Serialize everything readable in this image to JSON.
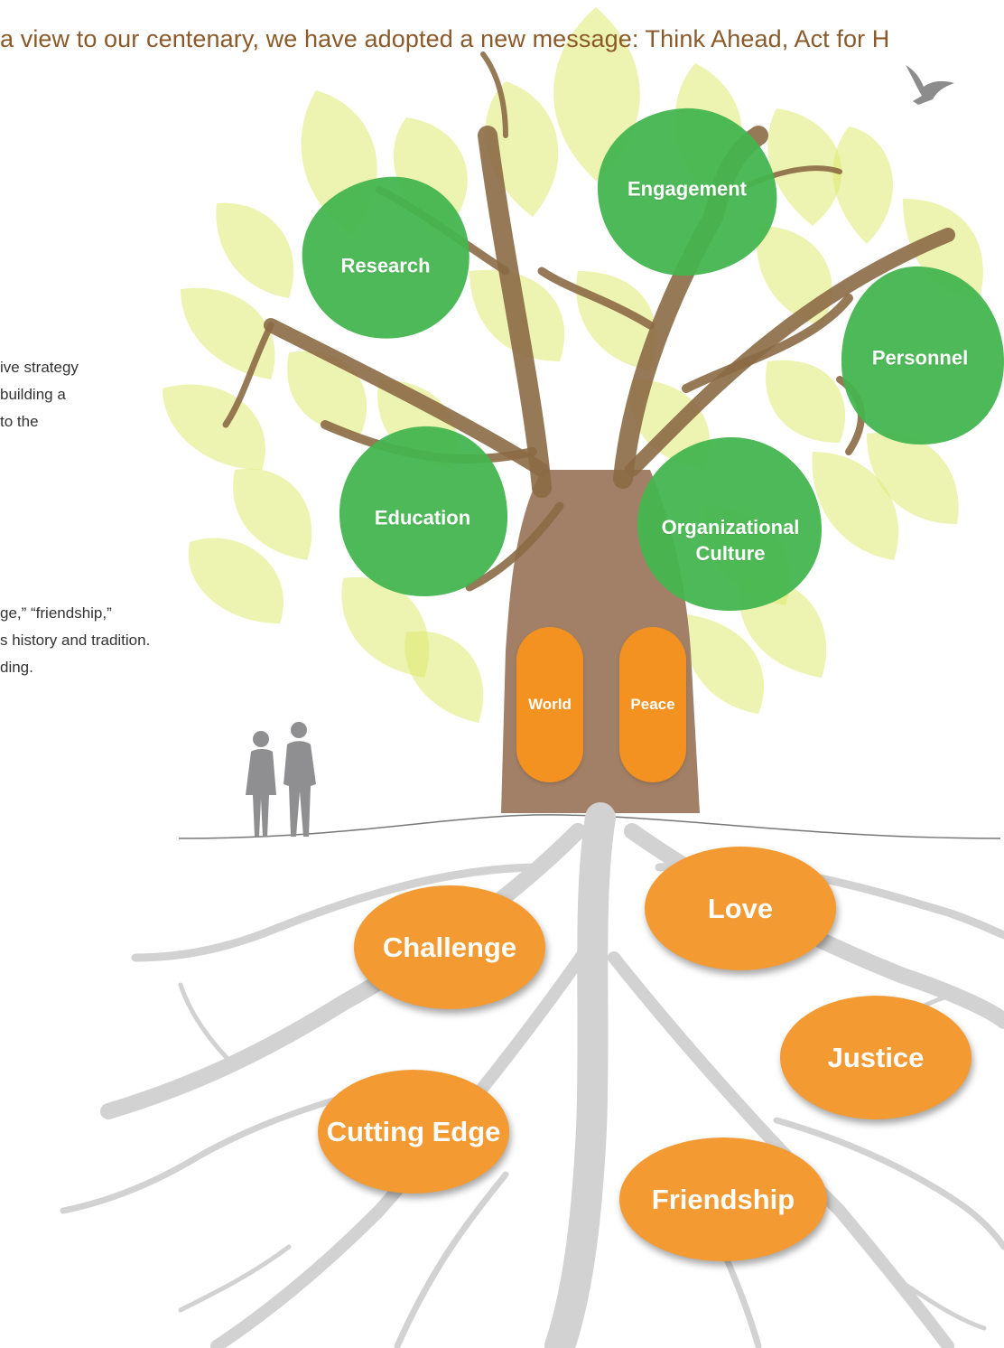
{
  "headline": "a view to our centenary, we have adopted a new  message: Think Ahead, Act for H",
  "side_text_upper": [
    "ive strategy",
    "building a",
    "to the"
  ],
  "side_text_lower": [
    "ge,” “friendship,”",
    "s history and tradition.",
    "ding."
  ],
  "branches": {
    "research": "Research",
    "engagement": "Engagement",
    "personnel": "Personnel",
    "education": "Education",
    "organizational_culture": [
      "Organizational",
      "Culture"
    ]
  },
  "trunk": {
    "world": "World",
    "peace": "Peace"
  },
  "roots": {
    "love": "Love",
    "challenge": "Challenge",
    "justice": "Justice",
    "cutting_edge": "Cutting Edge",
    "friendship": "Friendship"
  },
  "colors": {
    "headline": "#8a5a2b",
    "leaf_light": "#dbe86b",
    "leaf_green": "#3db54a",
    "trunk": "#a07d5f",
    "branch": "#8b6a45",
    "orange": "#f39221",
    "roots": "#cfcfcf"
  },
  "icons": [
    "bird-icon",
    "people-silhouette-icon"
  ]
}
